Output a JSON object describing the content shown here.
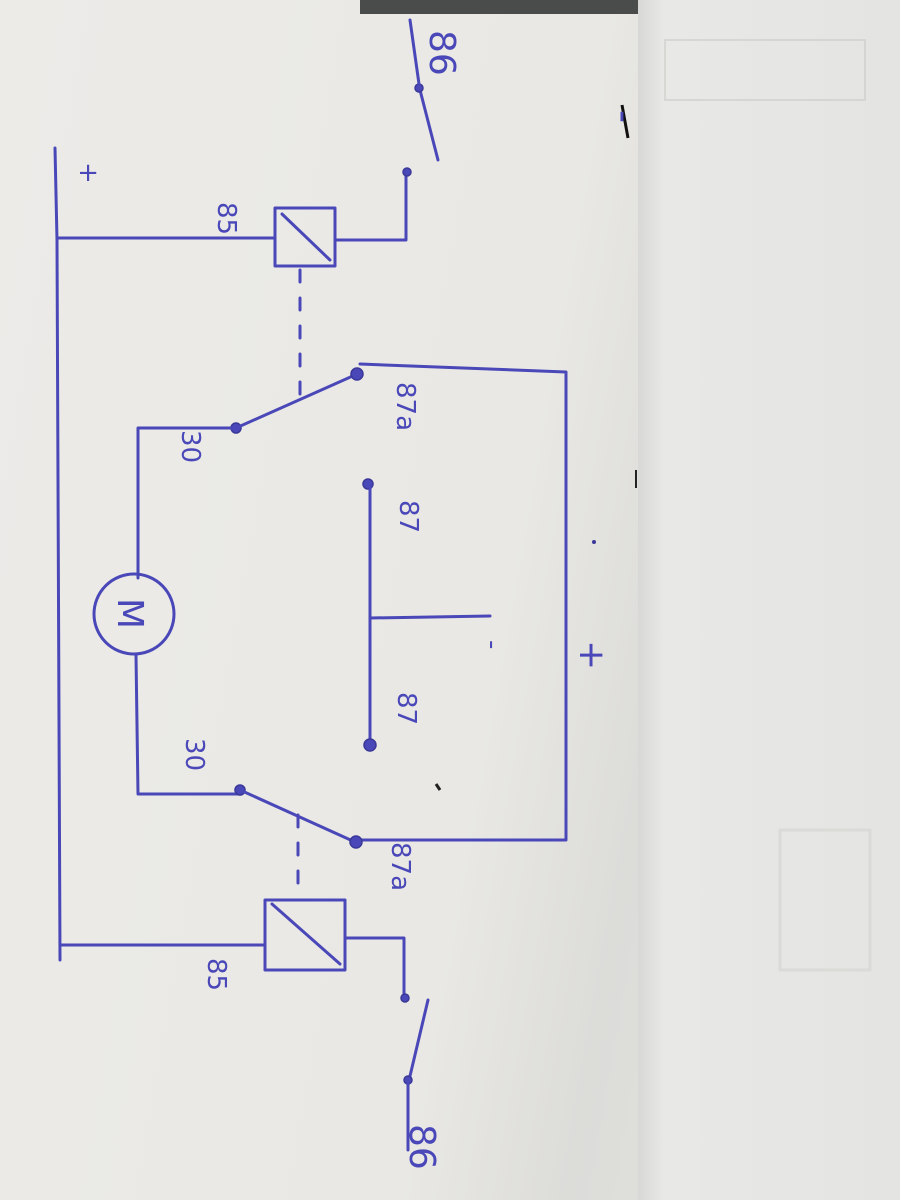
{
  "diagram": {
    "labels": {
      "terminal_86_top": "86",
      "terminal_85_top": "85",
      "terminal_87a_top": "87a",
      "terminal_30_top": "30",
      "terminal_87_top": "87",
      "terminal_87_bottom": "87",
      "terminal_30_bottom": "30",
      "terminal_87a_bottom": "87a",
      "terminal_85_bottom": "85",
      "terminal_86_bottom": "86",
      "motor": "M",
      "minus_left": "-",
      "plus_left": "+",
      "minus_mid": "-",
      "plus_right": "+"
    },
    "ink_color": "#4a48b8"
  }
}
